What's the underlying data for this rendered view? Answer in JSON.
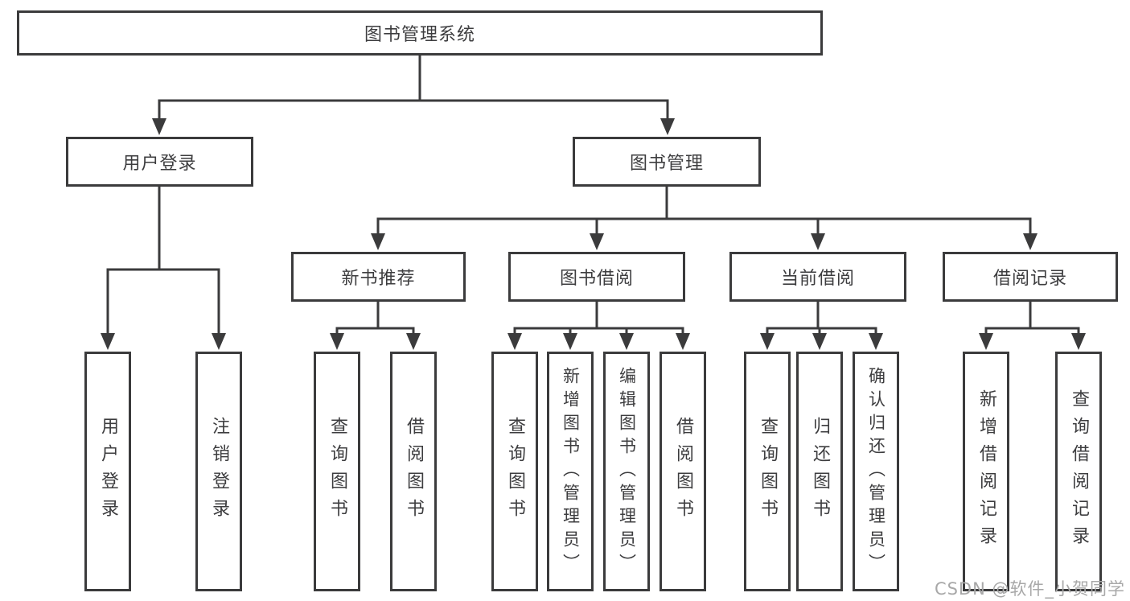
{
  "diagram": {
    "root_label": "图书管理系统",
    "branches": {
      "user_login": {
        "label": "用户登录",
        "children": [
          "用户登录",
          "注销登录"
        ]
      },
      "book_management": {
        "label": "图书管理",
        "children": {
          "new_book_recommend": {
            "label": "新书推荐",
            "children": [
              "查询图书",
              "借阅图书"
            ]
          },
          "book_borrow": {
            "label": "图书借阅",
            "children": [
              "查询图书",
              "新增图书（管理员）",
              "编辑图书（管理员）",
              "借阅图书"
            ]
          },
          "current_borrow": {
            "label": "当前借阅",
            "children": [
              "查询图书",
              "归还图书",
              "确认归还（管理员）"
            ]
          },
          "borrow_records": {
            "label": "借阅记录",
            "children": [
              "新增借阅记录",
              "查询借阅记录"
            ]
          }
        }
      }
    },
    "colors": {
      "line": "#3b3b3c",
      "box_border": "#3b3b3c",
      "box_fill": "#ffffff",
      "text": "#3d3d3f",
      "background": "#ffffff",
      "watermark": "#a8a8a8"
    }
  },
  "watermark": "CSDN @软件_小贺同学"
}
